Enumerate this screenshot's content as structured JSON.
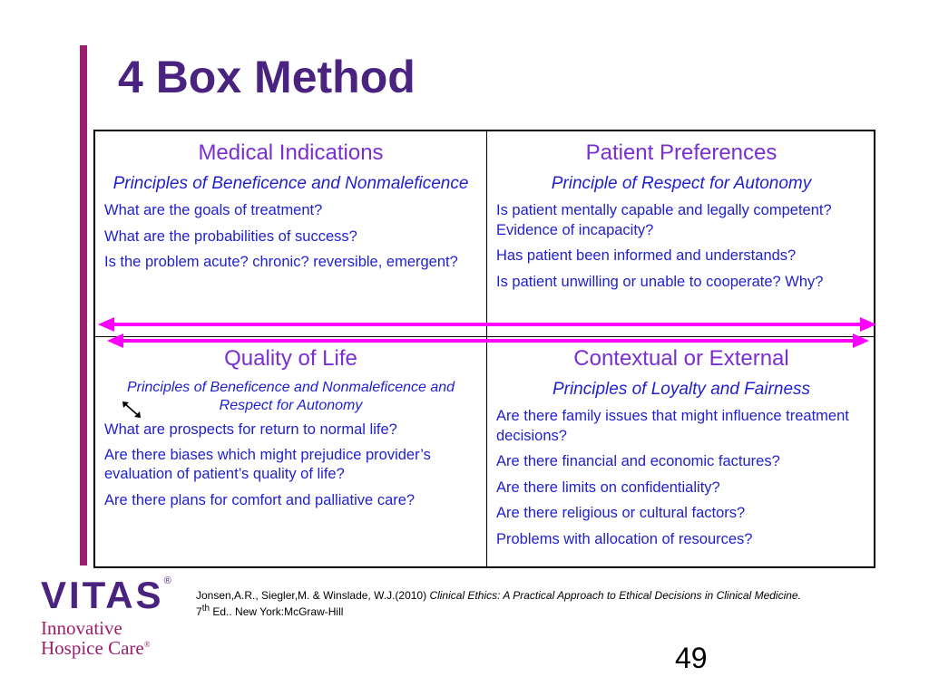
{
  "slide": {
    "title": "4 Box Method",
    "page_number": "49",
    "accent_color": "#9c1f6e",
    "title_color": "#4a2380",
    "heading_color": "#7a2fd0",
    "text_color": "#1f1fd0",
    "arrow_color": "#ff00ff"
  },
  "quadrants": {
    "medical": {
      "heading": "Medical Indications",
      "principle": "Principles of Beneficence and Nonmaleficence",
      "items": [
        "What are the goals of treatment?",
        "What are the probabilities of success?",
        "Is the problem acute? chronic? reversible, emergent?"
      ]
    },
    "patient": {
      "heading": "Patient Preferences",
      "principle": "Principle of Respect for Autonomy",
      "items": [
        "Is patient mentally capable and legally competent? Evidence of incapacity?",
        "Has patient been informed and understands?",
        "Is patient unwilling or unable to cooperate? Why?"
      ]
    },
    "quality": {
      "heading": "Quality of Life",
      "principle": "Principles of Beneficence and Nonmaleficence and Respect for Autonomy",
      "items": [
        "What are prospects for return to normal life?",
        "Are there biases which might prejudice provider’s evaluation of patient’s quality of life?",
        "Are there plans for comfort and palliative care?"
      ]
    },
    "contextual": {
      "heading": "Contextual or External",
      "principle": "Principles of Loyalty and Fairness",
      "items": [
        "Are there family issues that might influence treatment decisions?",
        "Are there financial and economic factures?",
        "Are there limits on confidentiality?",
        "Are there religious or cultural factors?",
        "Problems with allocation of resources?"
      ]
    }
  },
  "logo": {
    "mark": "VITAS",
    "registered": "®",
    "tagline_line1": "Innovative",
    "tagline_line2": "Hospice Care",
    "tagline_mark": "®"
  },
  "citation": {
    "authors": "Jonsen,A.R., Siegler,M. & Winslade, W.J.(2010) ",
    "book": "Clinical Ethics: A Practical Approach to Ethical Decisions in Clinical Medicine.",
    "edition_num": "7",
    "edition_sup": "th",
    "publisher": " Ed.. New York:McGraw-Hill"
  }
}
